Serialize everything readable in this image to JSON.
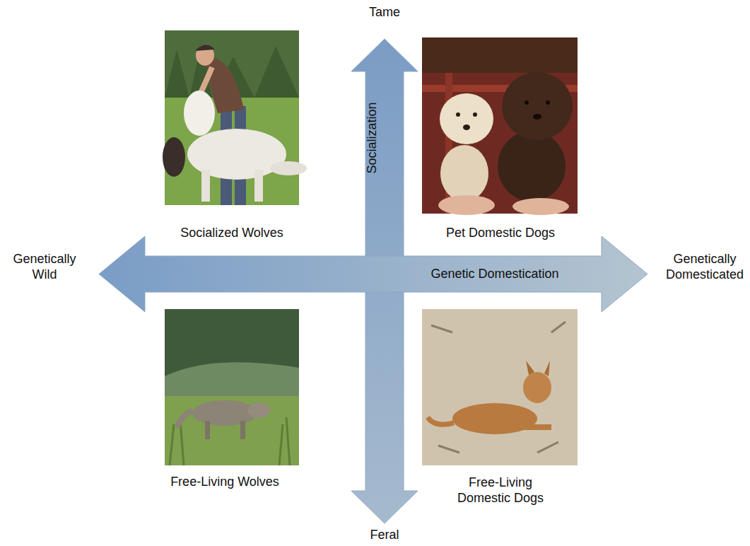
{
  "diagram": {
    "nodes": [
      {
        "text": [
          "Socialization"
        ]
      },
      {
        "text": [
          "Genetic Domestication"
        ]
      }
    ],
    "labels": [
      "Tame",
      "Socialized Wolves",
      "Pet Domestic Dogs",
      "Genetically Wild",
      "Genetically Domesticated",
      "Free-Living Wolves",
      "Free-Living Domestic Dogs",
      "Feral"
    ]
  }
}
